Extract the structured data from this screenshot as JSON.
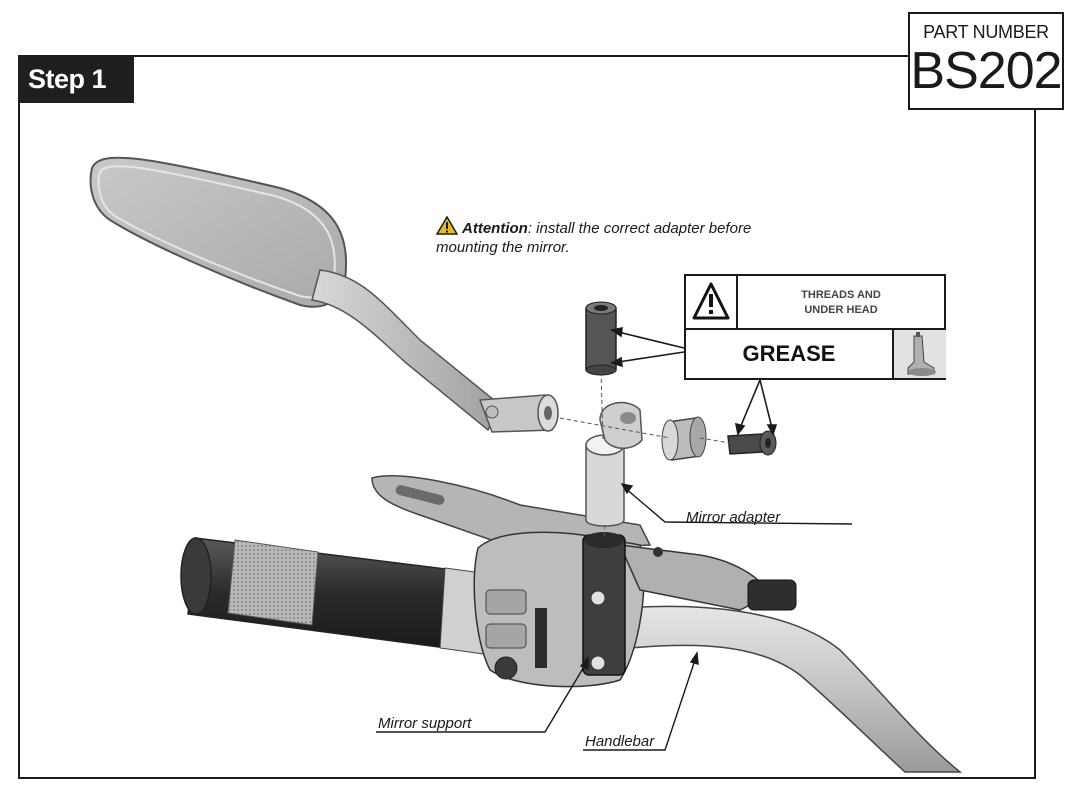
{
  "step": {
    "label": "Step 1"
  },
  "part": {
    "heading": "PART NUMBER",
    "number": "BS202"
  },
  "attention": {
    "title": "Attention",
    "message": ": install the correct adapter before mounting the mirror."
  },
  "grease_label": {
    "sub_line1": "THREADS AND",
    "sub_line2": "UNDER HEAD",
    "main": "GREASE"
  },
  "callouts": {
    "mirror_adapter": "Mirror adapter",
    "mirror_support": "Mirror support",
    "handlebar": "Handlebar"
  },
  "icons": {
    "warning": "warning-triangle-icon",
    "grease_tube": "grease-tube-icon"
  }
}
